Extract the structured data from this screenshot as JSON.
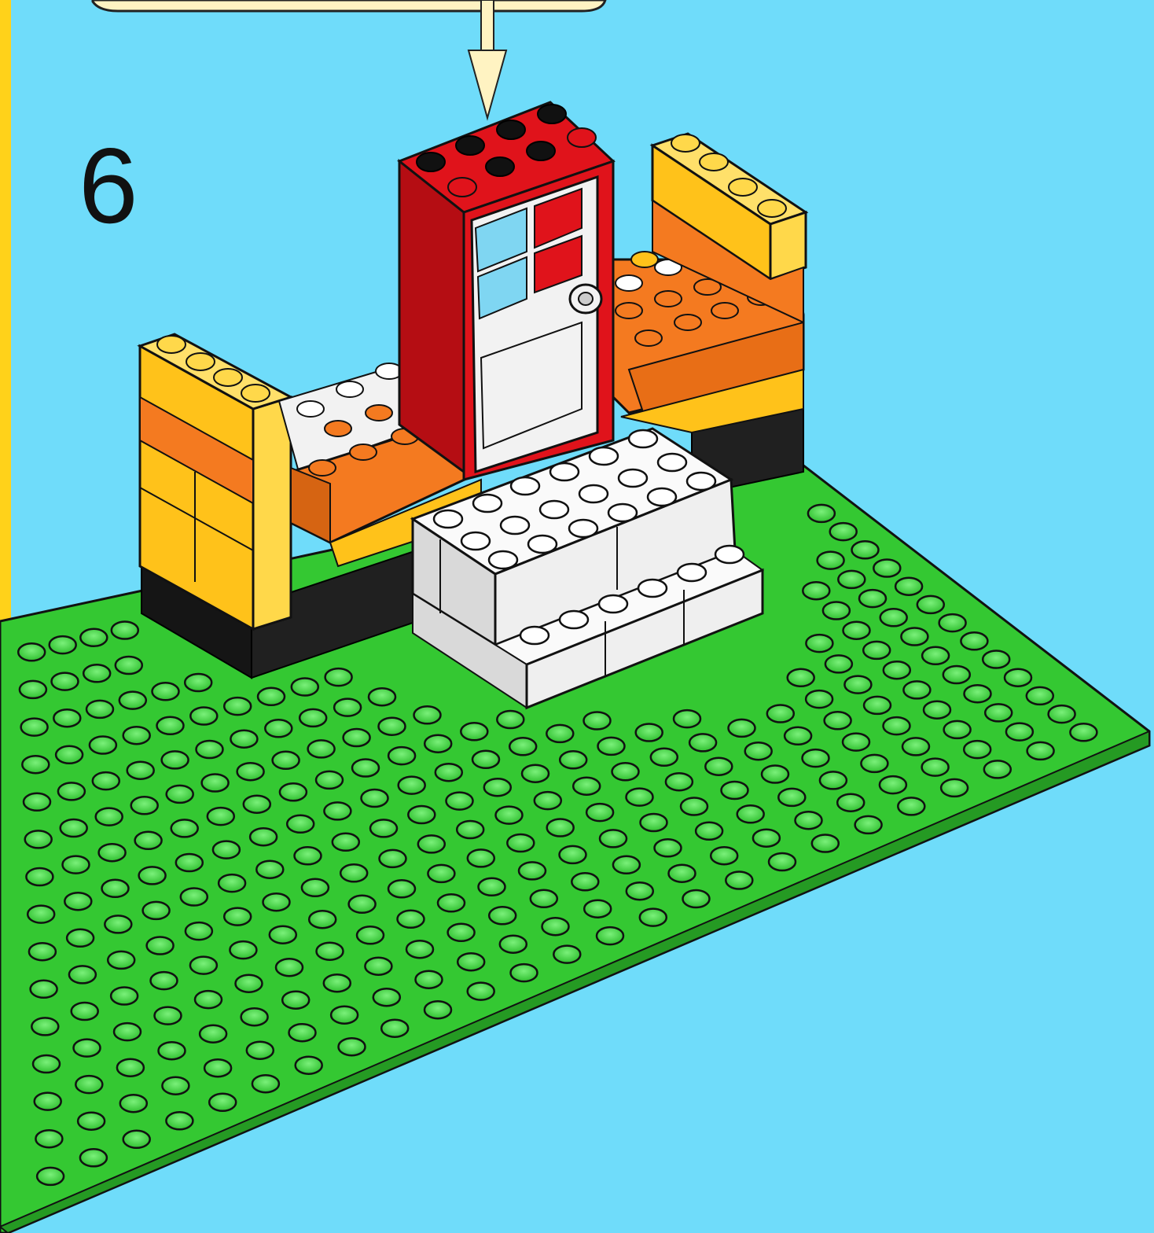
{
  "step": {
    "number": "6"
  },
  "colors": {
    "background": "#6fdcfa",
    "page_edge": "#ffd21a",
    "baseplate": "#3fd83a",
    "brick_yellow": "#ffc81e",
    "brick_orange": "#f47a20",
    "brick_red": "#e0131b",
    "brick_white": "#f2f2f2",
    "brick_black": "#1a1a1a",
    "door_window": "#7fd6f2",
    "arrow": "#fff3c2"
  },
  "illustration": {
    "components": [
      "green-baseplate",
      "black-base-bricks",
      "left-yellow-wall",
      "left-orange-bench",
      "door-frame-red",
      "door-white",
      "white-steps",
      "right-orange-bench",
      "right-yellow-wall",
      "placement-arrow"
    ]
  }
}
